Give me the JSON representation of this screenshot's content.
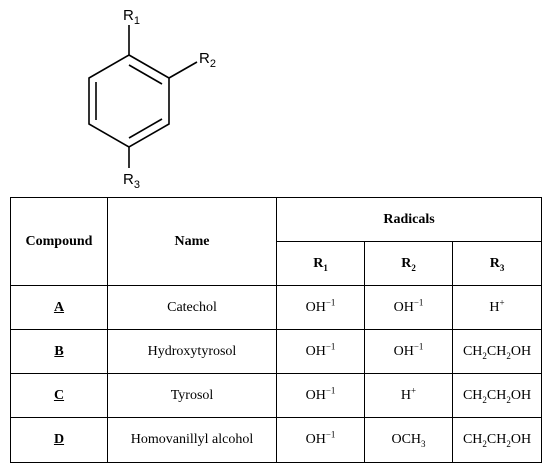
{
  "structure": {
    "substituents": {
      "r1": {
        "letter": "R",
        "index": "1"
      },
      "r2": {
        "letter": "R",
        "index": "2"
      },
      "r3": {
        "letter": "R",
        "index": "3"
      }
    }
  },
  "table": {
    "headers": {
      "compound": "Compound",
      "name": "Name",
      "radicals": "Radicals",
      "r1": {
        "letter": "R",
        "index": "1"
      },
      "r2": {
        "letter": "R",
        "index": "2"
      },
      "r3": {
        "letter": "R",
        "index": "3"
      }
    },
    "rows": [
      {
        "id": "A",
        "name": "Catechol",
        "r1": {
          "base": "OH",
          "charge": "−1"
        },
        "r2": {
          "base": "OH",
          "charge": "−1"
        },
        "r3": {
          "base": "H",
          "charge": "+"
        }
      },
      {
        "id": "B",
        "name": "Hydroxytyrosol",
        "r1": {
          "base": "OH",
          "charge": "−1"
        },
        "r2": {
          "base": "OH",
          "charge": "−1"
        },
        "r3": {
          "p1": "CH",
          "s1": "2",
          "p2": "CH",
          "s2": "2",
          "p3": "OH"
        }
      },
      {
        "id": "C",
        "name": "Tyrosol",
        "r1": {
          "base": "OH",
          "charge": "−1"
        },
        "r2": {
          "base": "H",
          "charge": "+"
        },
        "r3": {
          "p1": "CH",
          "s1": "2",
          "p2": "CH",
          "s2": "2",
          "p3": "OH"
        }
      },
      {
        "id": "D",
        "name": "Homovanillyl alcohol",
        "r1": {
          "base": "OH",
          "charge": "−1"
        },
        "r2": {
          "base": "OCH",
          "sub": "3"
        },
        "r3": {
          "p1": "CH",
          "s1": "2",
          "p2": "CH",
          "s2": "2",
          "p3": "OH"
        }
      }
    ]
  }
}
